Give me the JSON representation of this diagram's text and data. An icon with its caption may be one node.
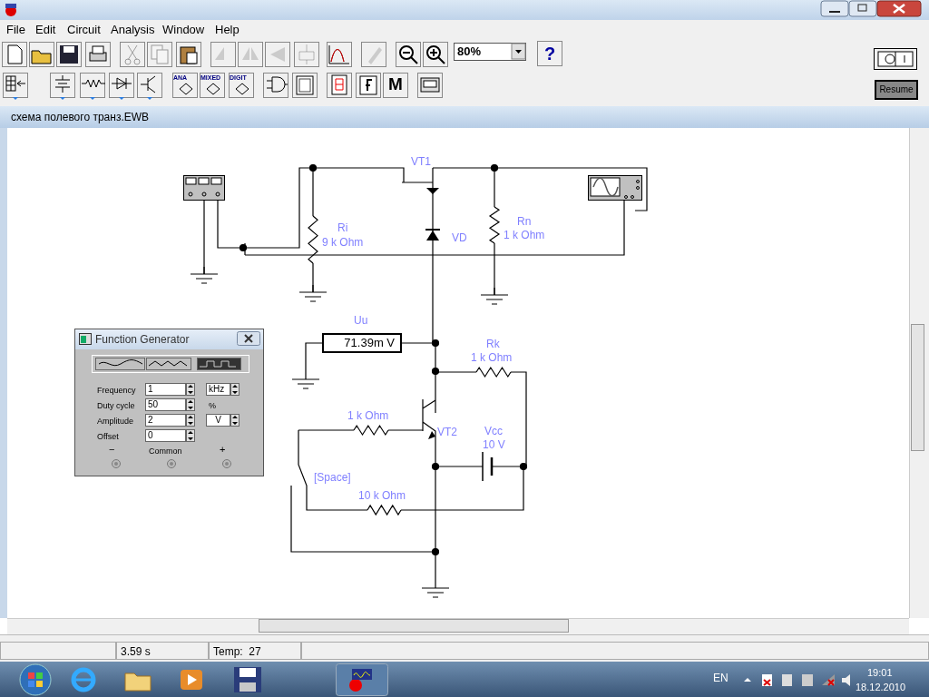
{
  "diagram": {
    "labels": [
      "File",
      "Edit",
      "Circuit",
      "Analysis",
      "Window",
      "Help",
      "80%",
      "?",
      "ANA",
      "MIXED",
      "DIGIT",
      "M",
      "Resume",
      "схема полевого транз.EWB",
      "VT1",
      "Ri",
      "9 k Ohm",
      "VD",
      "Rn",
      "1 k Ohm",
      "Function Generator",
      "Uu",
      "71.39m V",
      "Rk",
      "1 k Ohm",
      "Frequency",
      "1",
      "kHz",
      "Duty cycle",
      "50",
      "%",
      "Amplitude",
      "2",
      "V",
      "Offset",
      "0",
      "−",
      "Common",
      "+",
      "1 k Ohm",
      "VT2",
      "Vcc",
      "10 V",
      "[Space]",
      "10 k Ohm",
      "3.59 s",
      "Temp:  27",
      "EN",
      "19:01",
      "18.12.2010"
    ]
  }
}
